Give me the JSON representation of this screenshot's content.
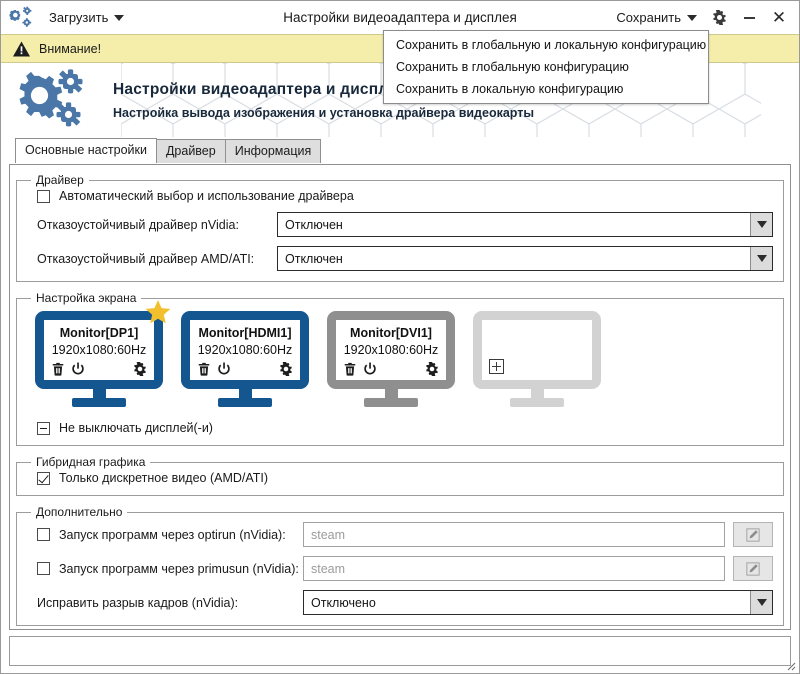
{
  "titlebar": {
    "logo_icon": "gears-icon",
    "load_menu_label": "Загрузить",
    "window_title": "Настройки видеоадаптера и дисплея",
    "save_menu_label": "Сохранить",
    "settings_icon": "gear-icon",
    "minimize_icon": "minimize-icon",
    "close_icon": "close-icon"
  },
  "save_dropdown": {
    "open": true,
    "items": [
      {
        "label": "Сохранить в глобальную и локальную конфигурацию"
      },
      {
        "label": "Сохранить в глобальную конфигурацию"
      },
      {
        "label": "Сохранить в локальную конфигурацию"
      }
    ]
  },
  "warning": {
    "icon": "warning-triangle-icon",
    "text": "Внимание!",
    "background": "#f4eeaa"
  },
  "banner": {
    "icon": "gears-icon",
    "title": "Настройки видеоадаптера и дисплея",
    "subtitle": "Настройка вывода изображения и установка драйвера видеокарты"
  },
  "tabs": [
    {
      "label": "Основные настройки",
      "active": true
    },
    {
      "label": "Драйвер",
      "active": false
    },
    {
      "label": "Информация",
      "active": false
    }
  ],
  "driver_group": {
    "legend": "Драйвер",
    "auto_checkbox": {
      "label": "Автоматический выбор и использование драйвера",
      "state": "unchecked"
    },
    "fields": [
      {
        "label": "Отказоустойчивый драйвер nVidia:",
        "value": "Отключен"
      },
      {
        "label": "Отказоустойчивый драйвер AMD/ATI:",
        "value": "Отключен"
      }
    ]
  },
  "screen_group": {
    "legend": "Настройка экрана",
    "monitors": [
      {
        "name": "Monitor[DP1]",
        "resolution": "1920x1080:60Hz",
        "state": "active",
        "primary": true,
        "star_icon": "star-icon",
        "trash_icon": "trash-icon",
        "power_icon": "power-icon",
        "gear_icon": "gear-icon",
        "color": "#14568f"
      },
      {
        "name": "Monitor[HDMI1]",
        "resolution": "1920x1080:60Hz",
        "state": "active",
        "primary": false,
        "trash_icon": "trash-icon",
        "power_icon": "power-icon",
        "gear_icon": "gear-icon",
        "color": "#14568f"
      },
      {
        "name": "Monitor[DVI1]",
        "resolution": "1920x1080:60Hz",
        "state": "disabled",
        "primary": false,
        "trash_icon": "trash-icon",
        "power_icon": "power-icon",
        "gear_icon": "gear-icon",
        "color": "#8f8f8f"
      },
      {
        "name": "",
        "resolution": "",
        "state": "empty",
        "primary": false,
        "add_icon": "plus-icon",
        "color": "#d2d2d2"
      }
    ],
    "keep_on_checkbox": {
      "label": "Не выключать дисплей(-и)",
      "state": "partial"
    }
  },
  "hybrid_group": {
    "legend": "Гибридная графика",
    "discrete_checkbox": {
      "label": "Только дискретное видео (AMD/ATI)",
      "state": "checked"
    }
  },
  "extra_group": {
    "legend": "Дополнительно",
    "optirun": {
      "label": "Запуск программ через optirun (nVidia):",
      "state": "unchecked",
      "placeholder": "steam",
      "value": "",
      "edit_icon": "pencil-icon"
    },
    "primusrun": {
      "label": "Запуск программ через primusun (nVidia):",
      "state": "unchecked",
      "placeholder": "steam",
      "value": "",
      "edit_icon": "pencil-icon"
    },
    "tearfree": {
      "label": "Исправить разрыв кадров (nVidia):",
      "value": "Отключено"
    }
  },
  "statusbar": {
    "text": "",
    "grip_icon": "resize-grip-icon"
  }
}
